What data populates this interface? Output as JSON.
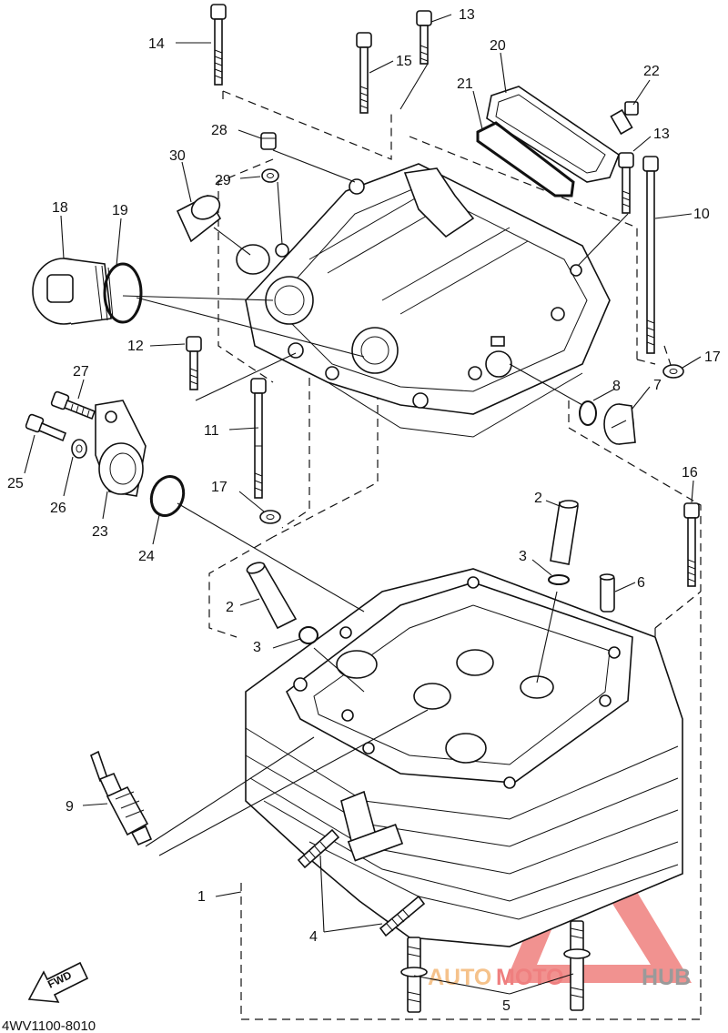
{
  "diagram": {
    "part_code": "4WV1100-8010",
    "direction_label": "FWD",
    "watermark": {
      "part_a": "AUTO",
      "part_b": "MOTO",
      "part_c": "HUB",
      "colors": {
        "orange": "#f5a04a",
        "red": "#e53935",
        "gray": "#7a7a7a"
      }
    },
    "callouts": [
      "14",
      "13",
      "15",
      "20",
      "22",
      "21",
      "28",
      "13",
      "30",
      "29",
      "10",
      "18",
      "19",
      "12",
      "17",
      "27",
      "8",
      "7",
      "11",
      "25",
      "26",
      "23",
      "17",
      "24",
      "2",
      "16",
      "3",
      "6",
      "2",
      "3",
      "9",
      "1",
      "4",
      "5"
    ]
  }
}
